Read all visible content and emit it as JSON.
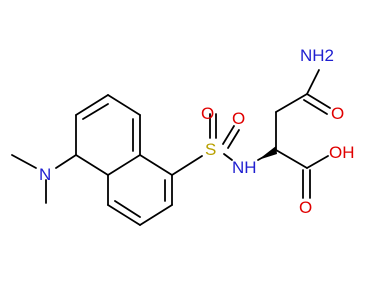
{
  "molecule": {
    "atom_labels": {
      "amine_nitrogen": "N",
      "sulfur": "S",
      "sulfonyl_oxygen_1": "O",
      "sulfonyl_oxygen_2": "O",
      "sulfonamide_nh": "NH",
      "amide_nh2": "NH2",
      "amide_oxygen": "O",
      "acid_oh": "OH",
      "acid_oxygen": "O"
    },
    "colors": {
      "bond": "#000000",
      "nitrogen": "#1f1fd0",
      "oxygen": "#e00000",
      "sulfur": "#b8a000"
    }
  }
}
